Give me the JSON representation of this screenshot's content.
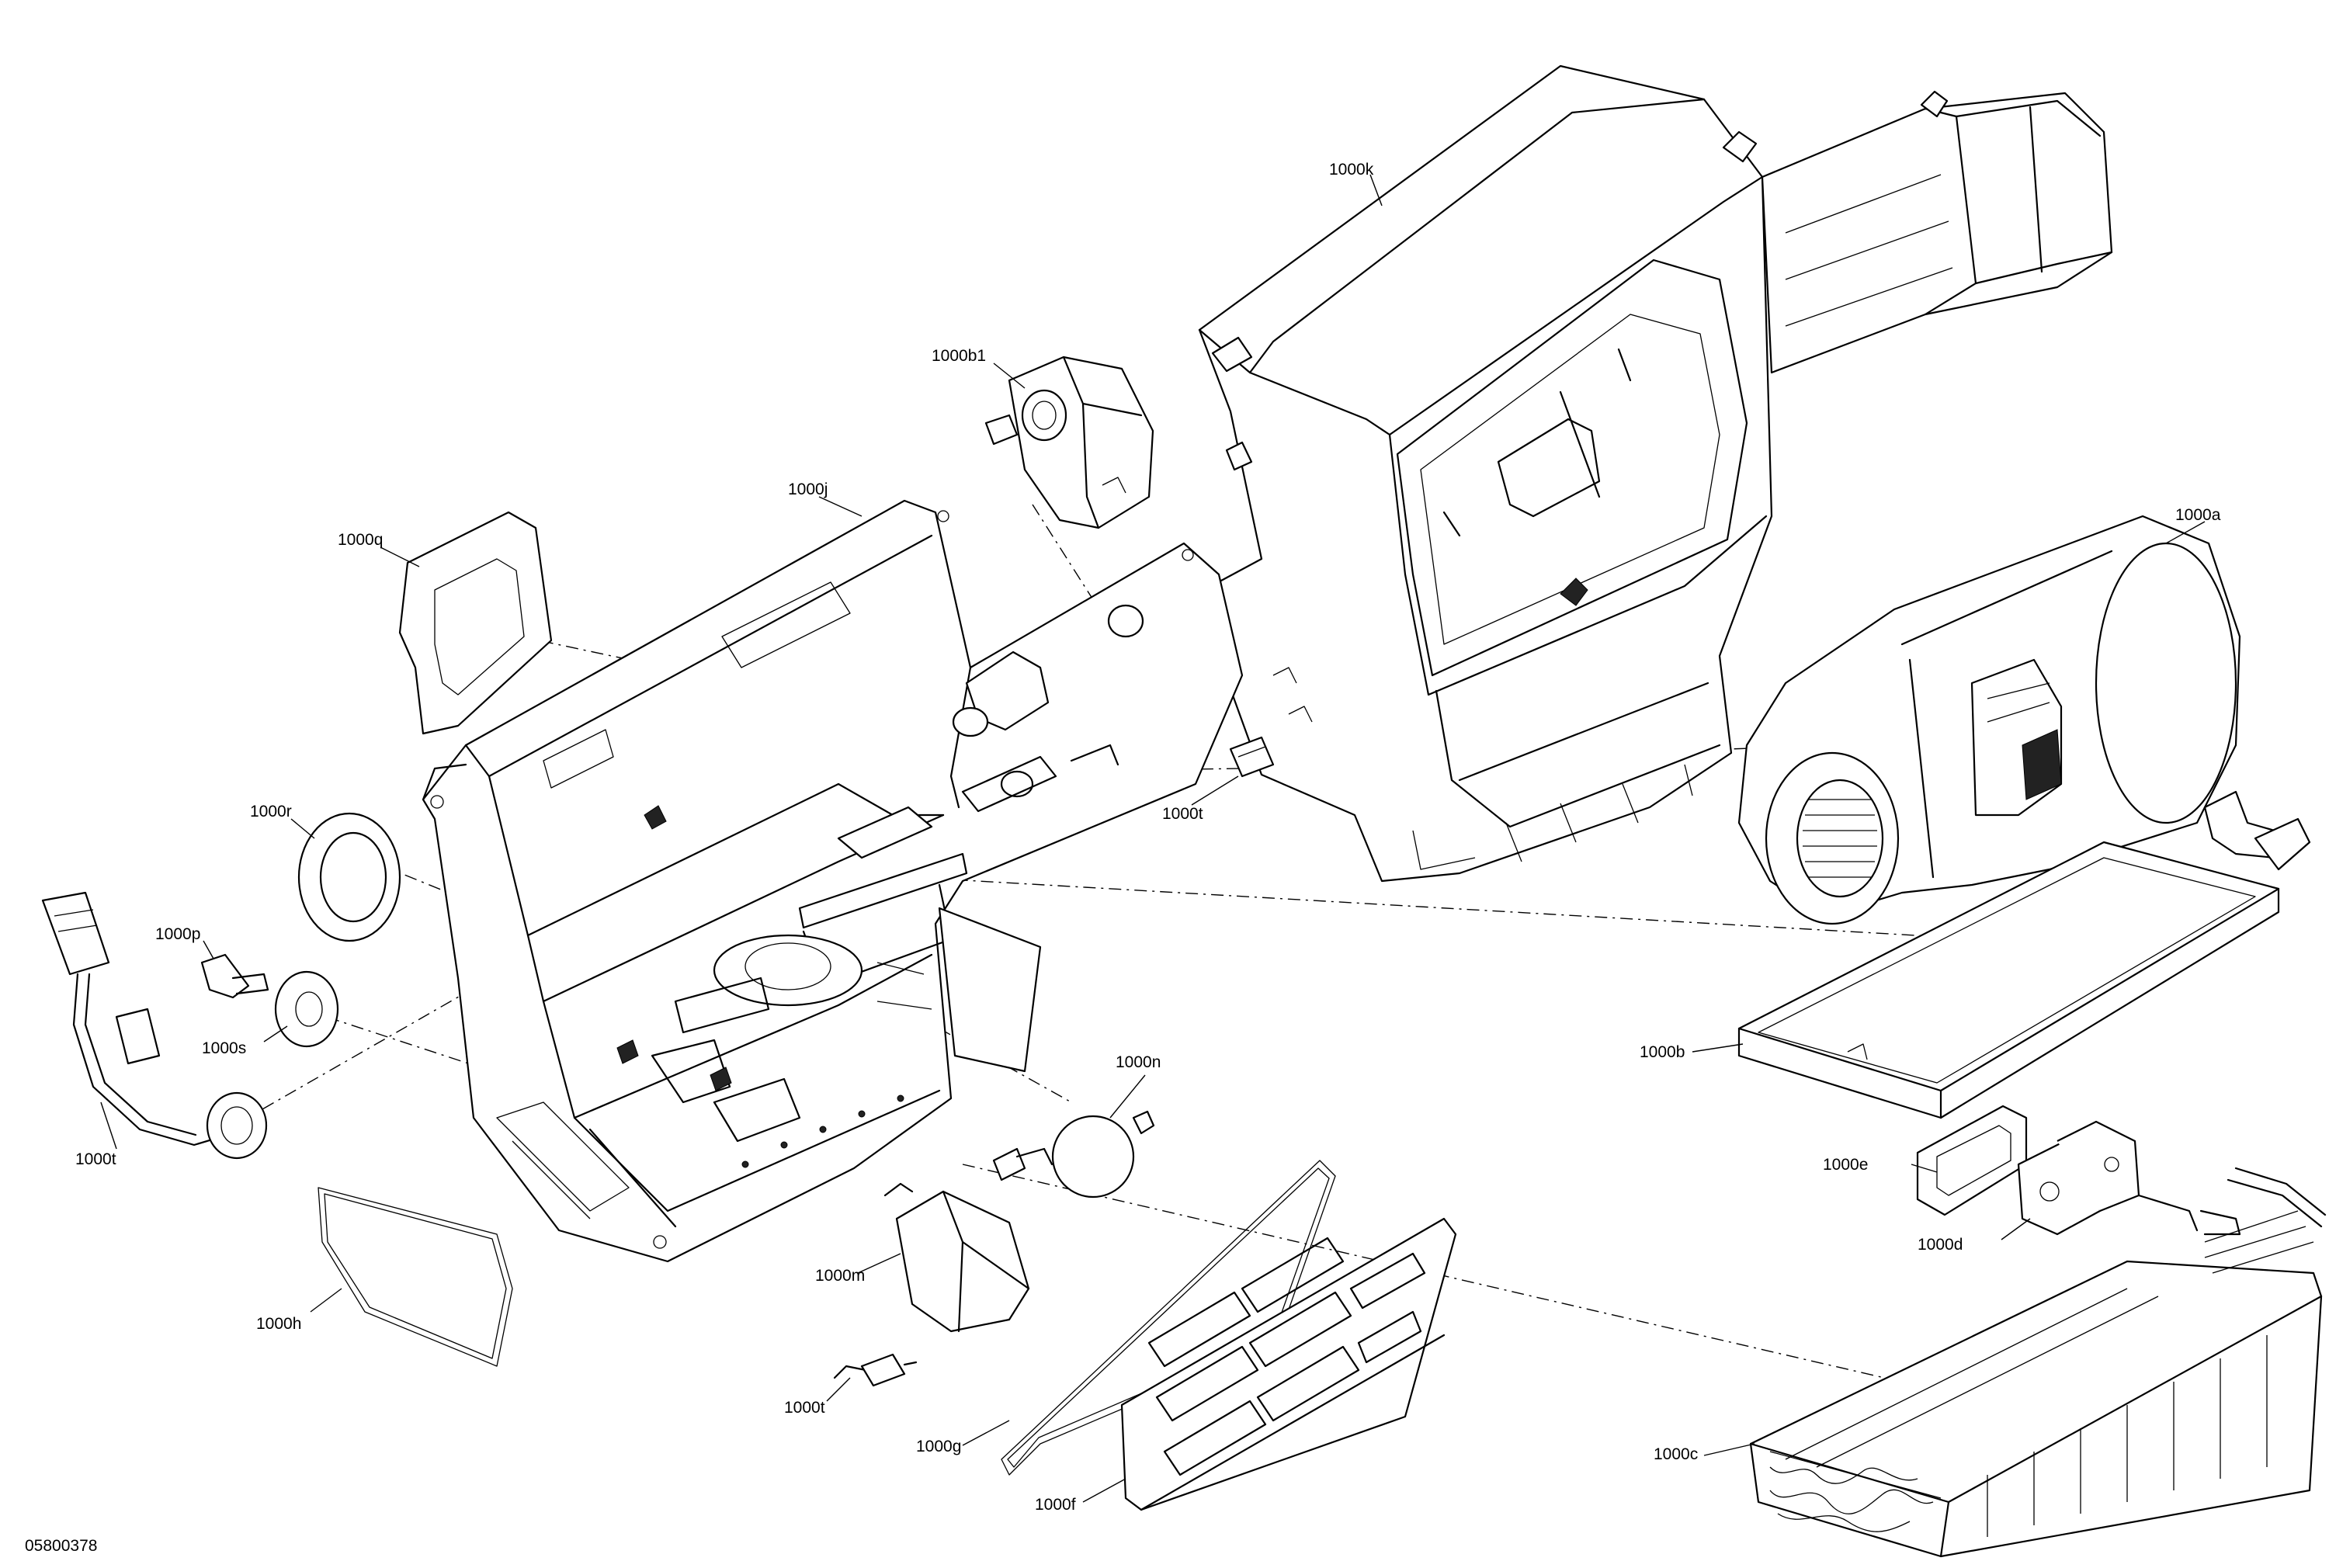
{
  "drawing_number": "05800378",
  "callouts": {
    "k": "1000k",
    "b1": "1000b1",
    "j": "1000j",
    "q": "1000q",
    "a": "1000a",
    "r": "1000r",
    "t_connector": "1000t",
    "p": "1000p",
    "s": "1000s",
    "t_harness": "1000t",
    "n": "1000n",
    "b": "1000b",
    "e": "1000e",
    "d": "1000d",
    "m": "1000m",
    "h": "1000h",
    "t_sensor": "1000t",
    "g": "1000g",
    "c": "1000c",
    "f": "1000f"
  }
}
